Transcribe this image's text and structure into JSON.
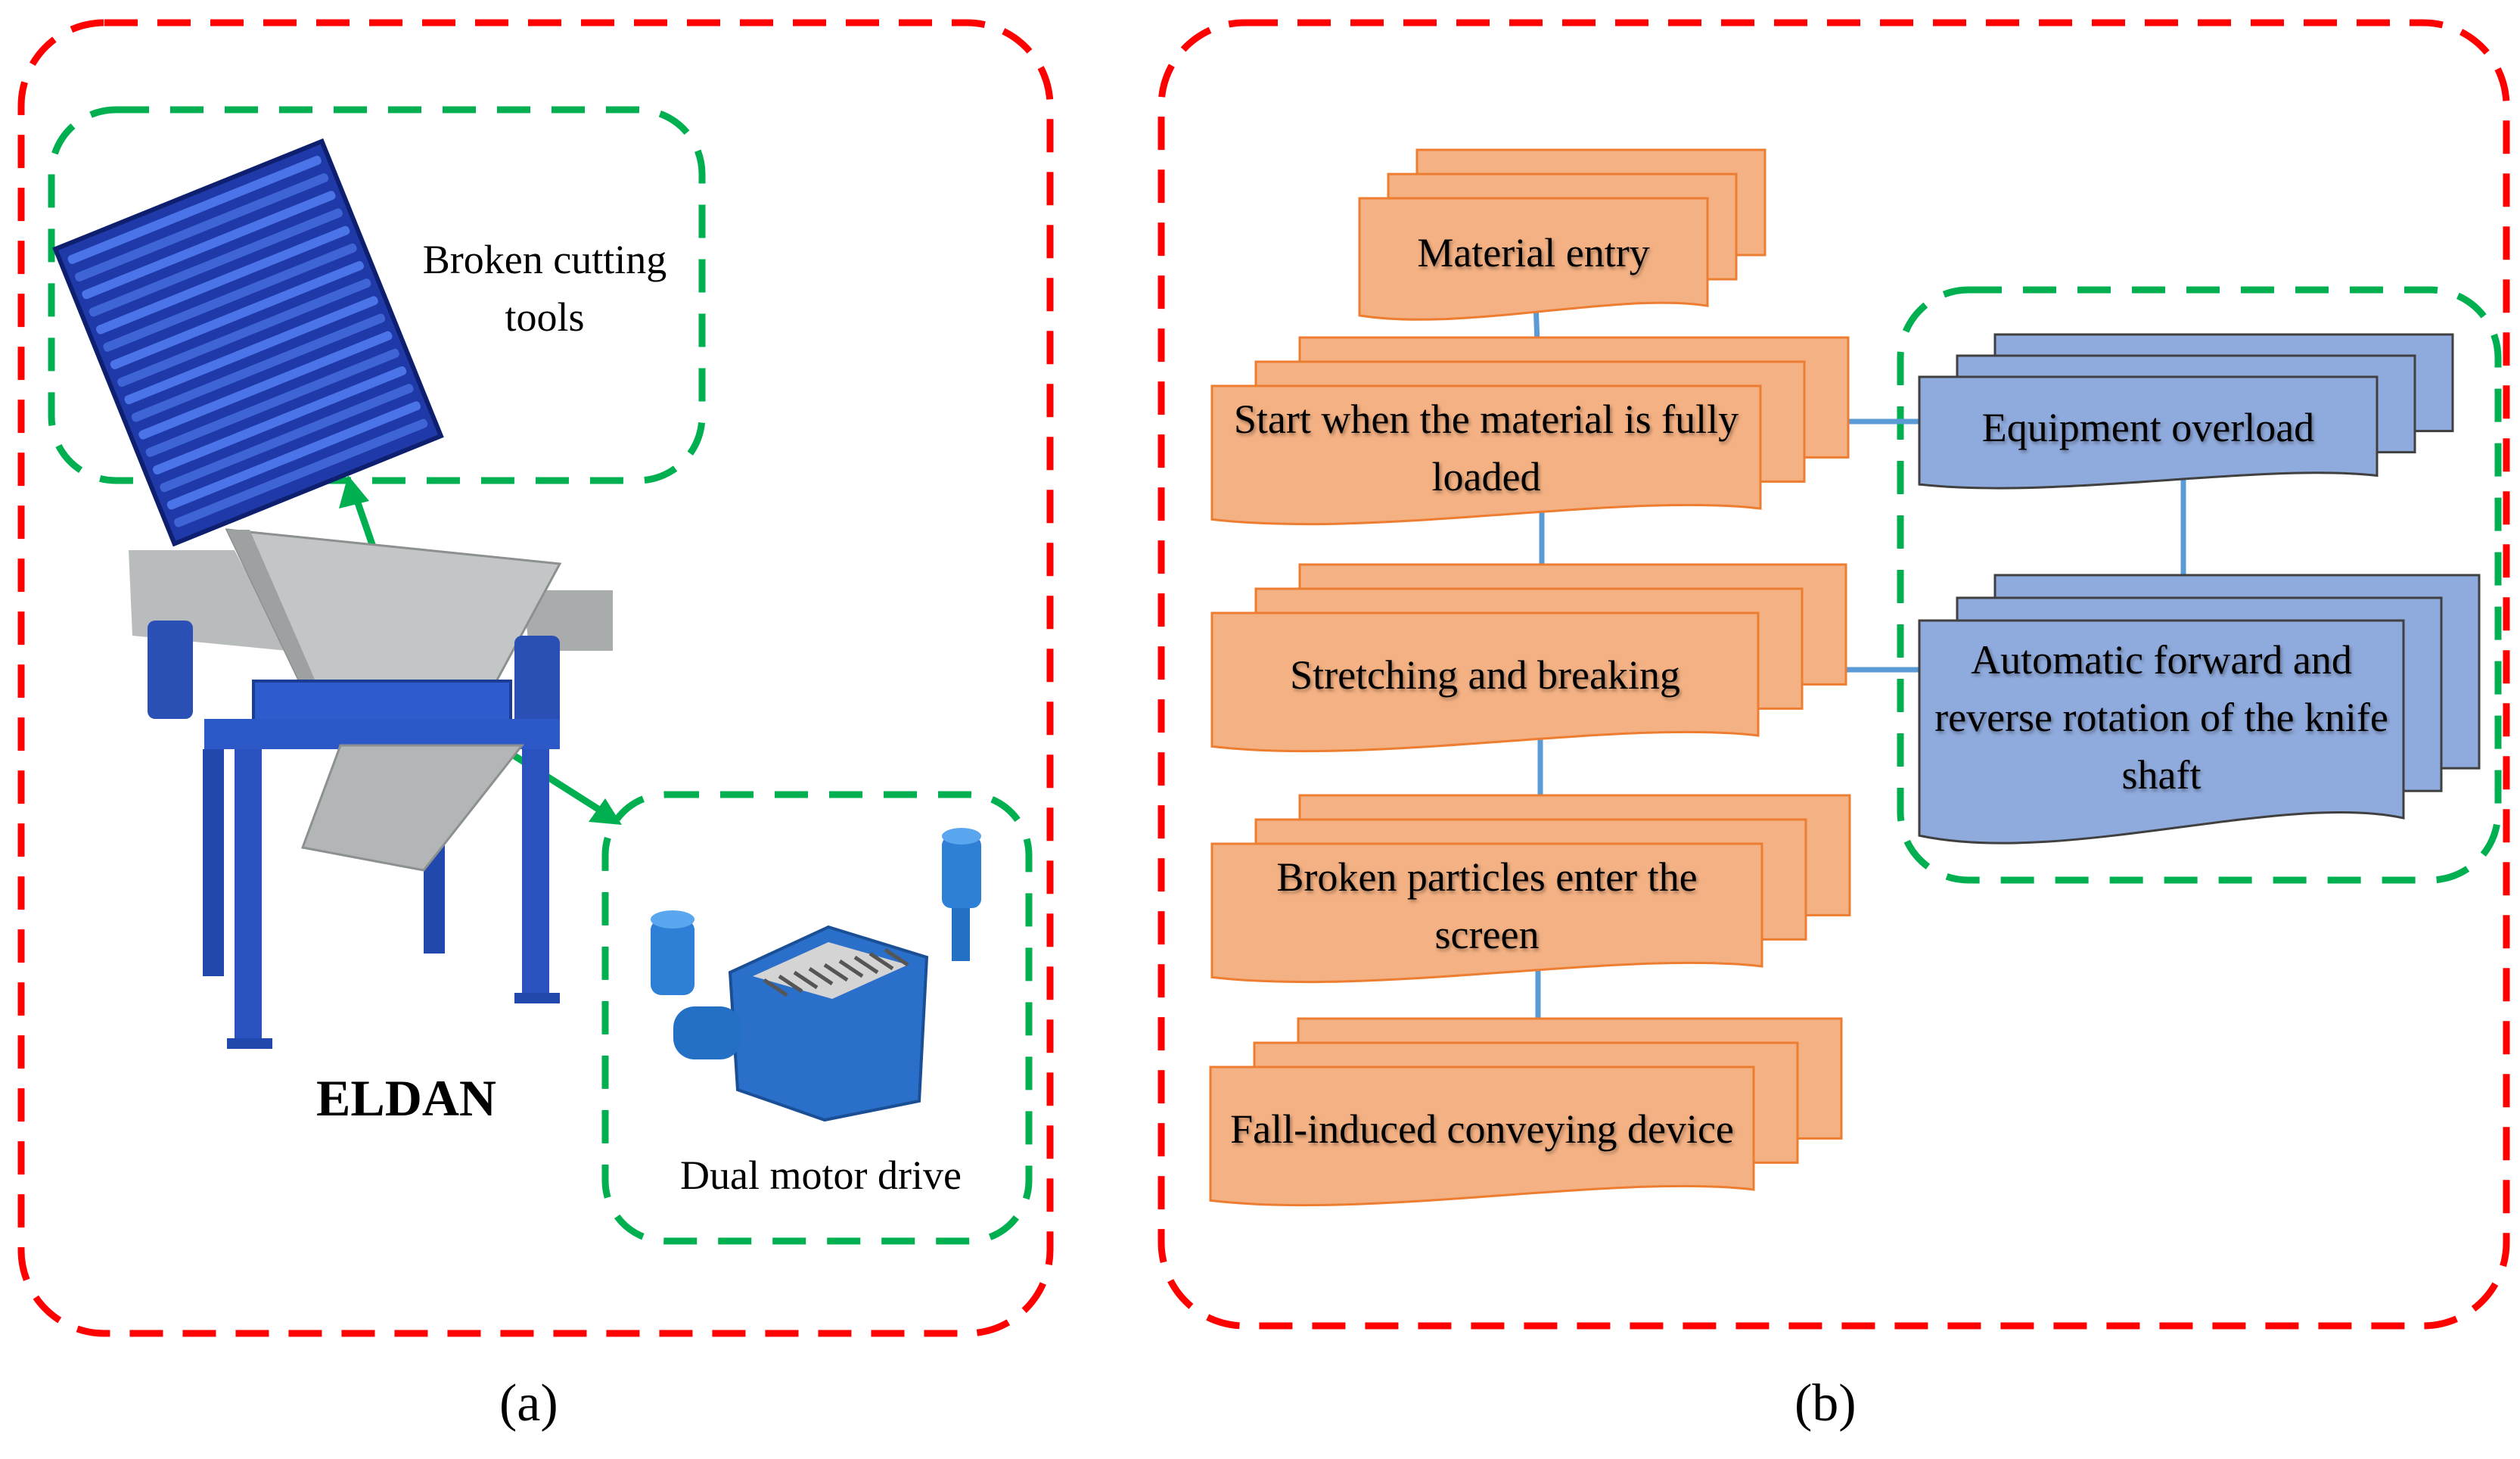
{
  "colors": {
    "outer_border": "#ff0000",
    "group_border": "#00b050",
    "arrow": "#00b050",
    "process_fill": "#f4b183",
    "process_stroke": "#ed7d31",
    "feedback_fill": "#8faadc",
    "feedback_stroke": "#404040",
    "connector": "#5b9bd5"
  },
  "panel_a": {
    "caption": "(a)",
    "machine_label": "ELDAN",
    "cutting_tools_label": "Broken cutting tools",
    "cutting_tools_label_lines": [
      "Broken cutting",
      "tools"
    ],
    "motor_label": "Dual motor drive"
  },
  "panel_b": {
    "caption": "(b)",
    "main_flow": [
      {
        "label": "Material entry"
      },
      {
        "label": "Start when the material is fully loaded"
      },
      {
        "label": "Stretching and breaking"
      },
      {
        "label": "Broken particles enter the screen"
      },
      {
        "label": "Fall-induced conveying device"
      }
    ],
    "feedback_group": [
      {
        "label": "Equipment overload"
      },
      {
        "label": "Automatic forward and reverse rotation of the knife shaft"
      }
    ]
  }
}
